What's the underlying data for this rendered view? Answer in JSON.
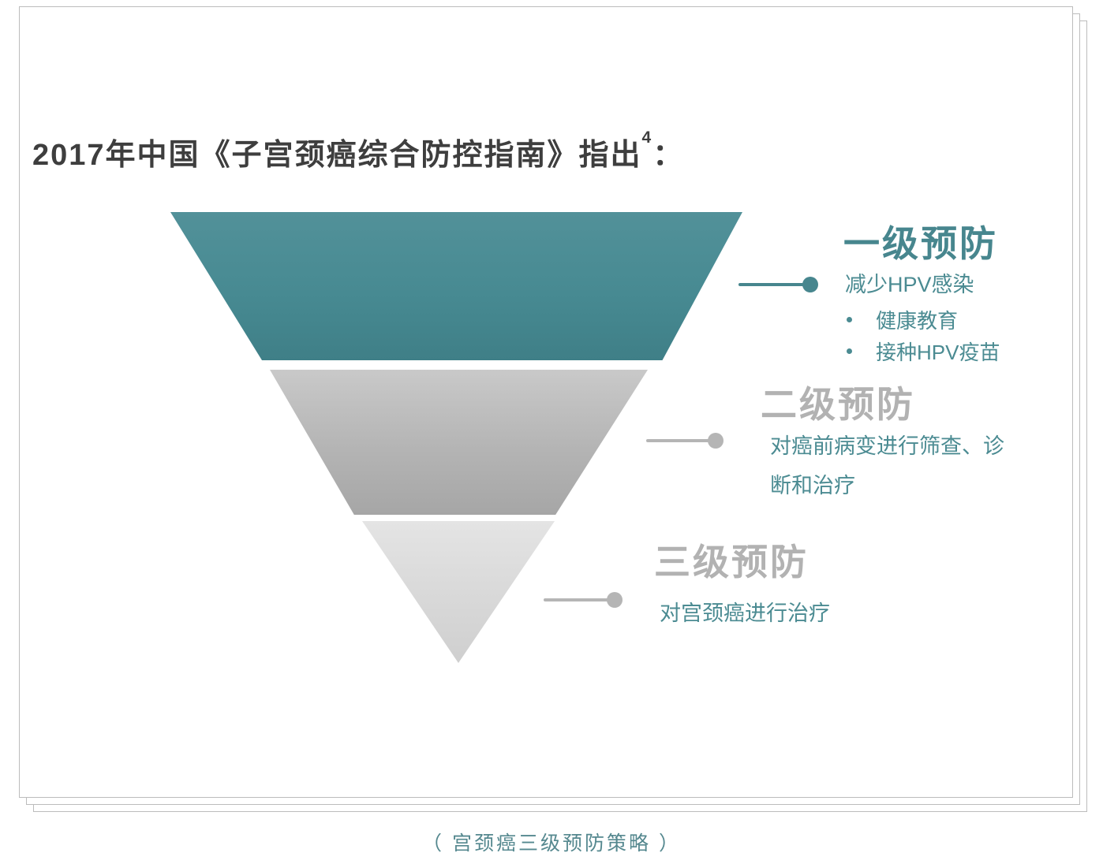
{
  "page": {
    "background": "#ffffff",
    "caption": "（ 宫颈癌三级预防策略 ）"
  },
  "header": {
    "title_main": "2017年中国《子宫颈癌综合防控指南》指出",
    "title_superscript": "4",
    "title_tail": "："
  },
  "funnel": {
    "levels": [
      {
        "id": "primary-prevention",
        "heading": "一级预防",
        "subheading": "减少HPV感染",
        "bullets": [
          "健康教育",
          "接种HPV疫苗"
        ],
        "shape_color": "#47868e",
        "heading_color": "#47868e"
      },
      {
        "id": "secondary-prevention",
        "heading": "二级预防",
        "description": "对癌前病变进行筛查、诊断和治疗",
        "shape_color": "#b5b5b5",
        "heading_color": "#b2b2b2"
      },
      {
        "id": "tertiary-prevention",
        "heading": "三级预防",
        "description": "对宫颈癌进行治疗",
        "shape_color": "#dadada",
        "heading_color": "#b2b2b2"
      }
    ],
    "body_text_color": "#4b8b92"
  }
}
